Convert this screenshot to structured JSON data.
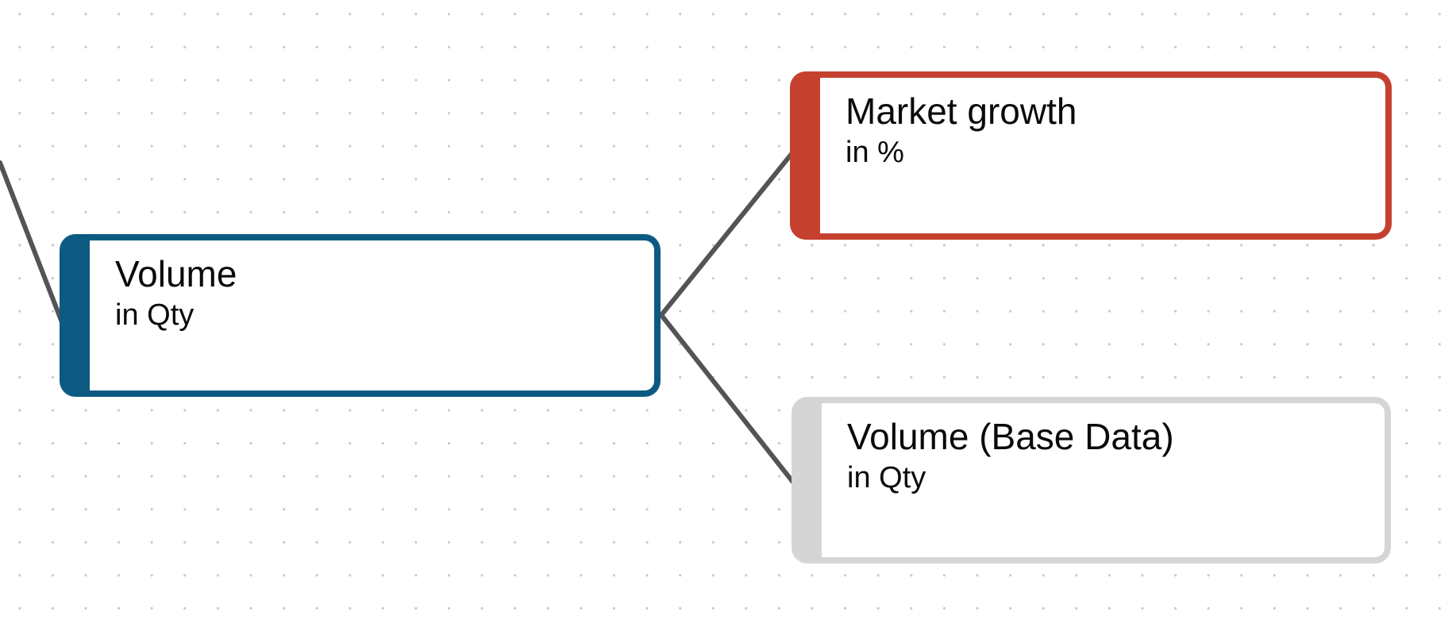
{
  "diagram": {
    "background_color": "#ffffff",
    "grid_dot_color": "#c8c8c8",
    "connector_color": "#545457",
    "nodes": [
      {
        "id": "volume",
        "title": "Volume",
        "unit": "in Qty",
        "accent_color": "#0c5a82"
      },
      {
        "id": "market-growth",
        "title": "Market growth",
        "unit": "in %",
        "accent_color": "#c5402f"
      },
      {
        "id": "volume-base-data",
        "title": "Volume (Base Data)",
        "unit": "in Qty",
        "accent_color": "#d5d5d5"
      }
    ],
    "edges": [
      {
        "from": "offscreen-left",
        "to": "volume"
      },
      {
        "from": "volume",
        "to": "market-growth"
      },
      {
        "from": "volume",
        "to": "volume-base-data"
      }
    ]
  }
}
